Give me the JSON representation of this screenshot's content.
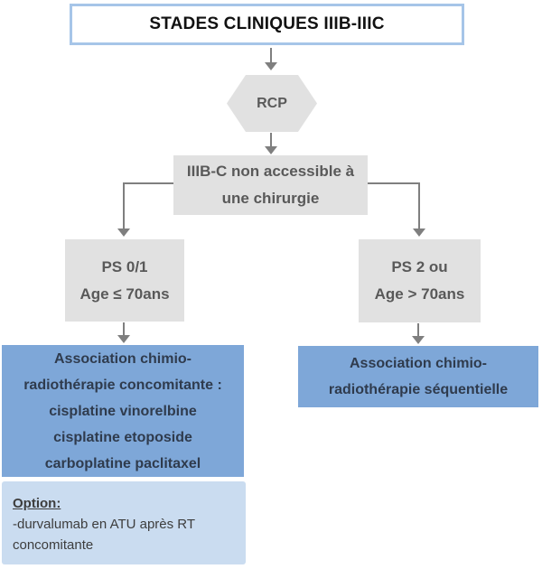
{
  "title": "STADES CLINIQUES IIIB-IIIC",
  "nodes": {
    "rcp": "RCP",
    "surgery": [
      "IIIB-C non accessible à",
      "une chirurgie"
    ],
    "left_criteria": [
      "PS 0/1",
      "Age ≤ 70ans"
    ],
    "right_criteria": [
      "PS 2 ou",
      "Age > 70ans"
    ],
    "left_treatment": [
      "Association chimio-",
      "radiothérapie concomitante :",
      "cisplatine vinorelbine",
      "cisplatine etoposide",
      "carboplatine paclitaxel"
    ],
    "right_treatment": [
      "Association chimio-",
      "radiothérapie séquentielle"
    ],
    "option_heading": "Option:",
    "option_body": [
      "-durvalumab en ATU après RT",
      "concomitante"
    ]
  },
  "colors": {
    "box-gray": "#e1e1e1",
    "text-gray": "#595959",
    "blue": "#7ea7d8",
    "navy": "#2f3b4d",
    "light-blue": "#cadcf0",
    "title-border": "#a6c5e8",
    "title-text": "#111111",
    "option-text": "#3d3d3d",
    "arrow": "#7f7f7f"
  }
}
